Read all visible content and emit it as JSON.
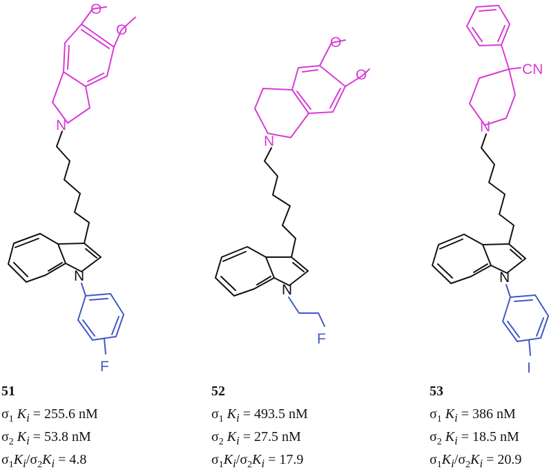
{
  "colors": {
    "core": "#d63bd6",
    "linker": "#111111",
    "substituent": "#3f57c7"
  },
  "compounds": [
    {
      "id": "51",
      "terminal_label": "F",
      "s1_value": "= 255.6 nM",
      "s2_value": "= 53.8 nM",
      "ratio_value": "= 4.8"
    },
    {
      "id": "52",
      "terminal_label": "F",
      "s1_value": "= 493.5 nM",
      "s2_value": "= 27.5 nM",
      "ratio_value": "= 17.9"
    },
    {
      "id": "53",
      "terminal_label": "I",
      "cn_label": "CN",
      "s1_value": "= 386 nM",
      "s2_value": "= 18.5 nM",
      "ratio_value": "= 20.9"
    }
  ],
  "atoms": {
    "nitrogen": "N",
    "methoxy_o": "O"
  },
  "symbols": {
    "sigma": "σ",
    "sub1": "1",
    "sub2": "2",
    "K": "K",
    "i": "i",
    "slash": "/"
  }
}
